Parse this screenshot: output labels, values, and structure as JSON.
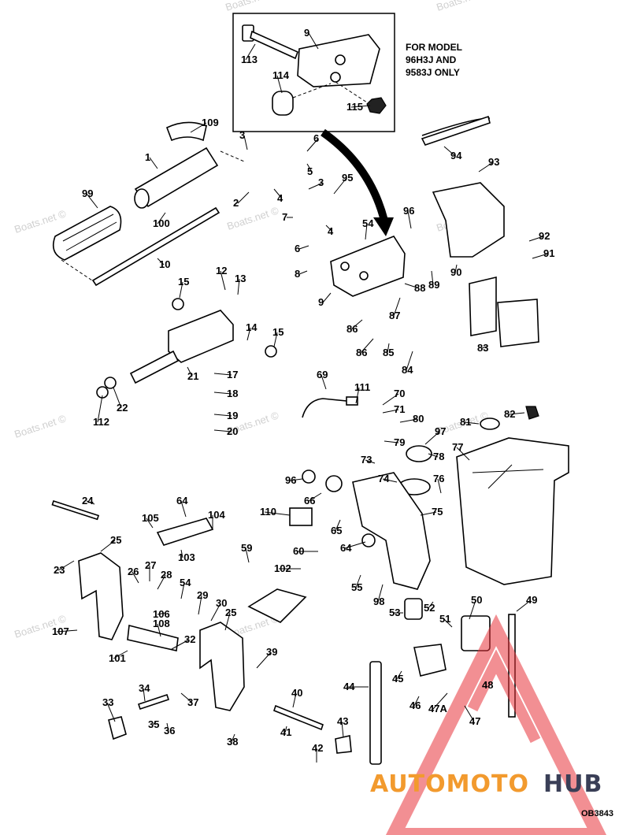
{
  "inset_note": [
    "FOR MODEL",
    "96H3J AND",
    "9583J ONLY"
  ],
  "diagram_code": "OB3843",
  "watermarks": [
    "Boats.net ©",
    "Boats.net ©",
    "Boats.net ©",
    "Boats.net ©",
    "Boats.net ©",
    "Boats.net ©",
    "Boats.net ©",
    "Boats.net ©",
    "Boats.net ©",
    "Boats.net ©"
  ],
  "logo": {
    "text_orange": "AUTOMOTO",
    "text_dark": "HUB",
    "orange": "#f29a2e",
    "dark": "#3a3f57",
    "triangle": "#e8333a"
  },
  "callouts": [
    "9",
    "113",
    "114",
    "115",
    "109",
    "1",
    "99",
    "100",
    "10",
    "3",
    "6",
    "5",
    "4",
    "2",
    "3",
    "95",
    "7",
    "4",
    "96",
    "54",
    "6",
    "8",
    "94",
    "93",
    "92",
    "91",
    "90",
    "89",
    "9",
    "88",
    "87",
    "86",
    "86",
    "85",
    "84",
    "83",
    "15",
    "12",
    "13",
    "14",
    "15",
    "21",
    "17",
    "18",
    "19",
    "20",
    "112",
    "22",
    "69",
    "111",
    "70",
    "71",
    "80",
    "79",
    "97",
    "81",
    "82",
    "73",
    "78",
    "77",
    "96",
    "66",
    "74",
    "76",
    "75",
    "110",
    "65",
    "24",
    "105",
    "64",
    "104",
    "103",
    "25",
    "23",
    "64",
    "59",
    "60",
    "102",
    "55",
    "98",
    "26",
    "27",
    "28",
    "54",
    "53",
    "52",
    "50",
    "49",
    "107",
    "106",
    "29",
    "30",
    "108",
    "32",
    "25",
    "51",
    "101",
    "39",
    "45",
    "44",
    "48",
    "34",
    "37",
    "33",
    "35",
    "36",
    "40",
    "38",
    "41",
    "46",
    "47A",
    "47",
    "43",
    "42"
  ]
}
